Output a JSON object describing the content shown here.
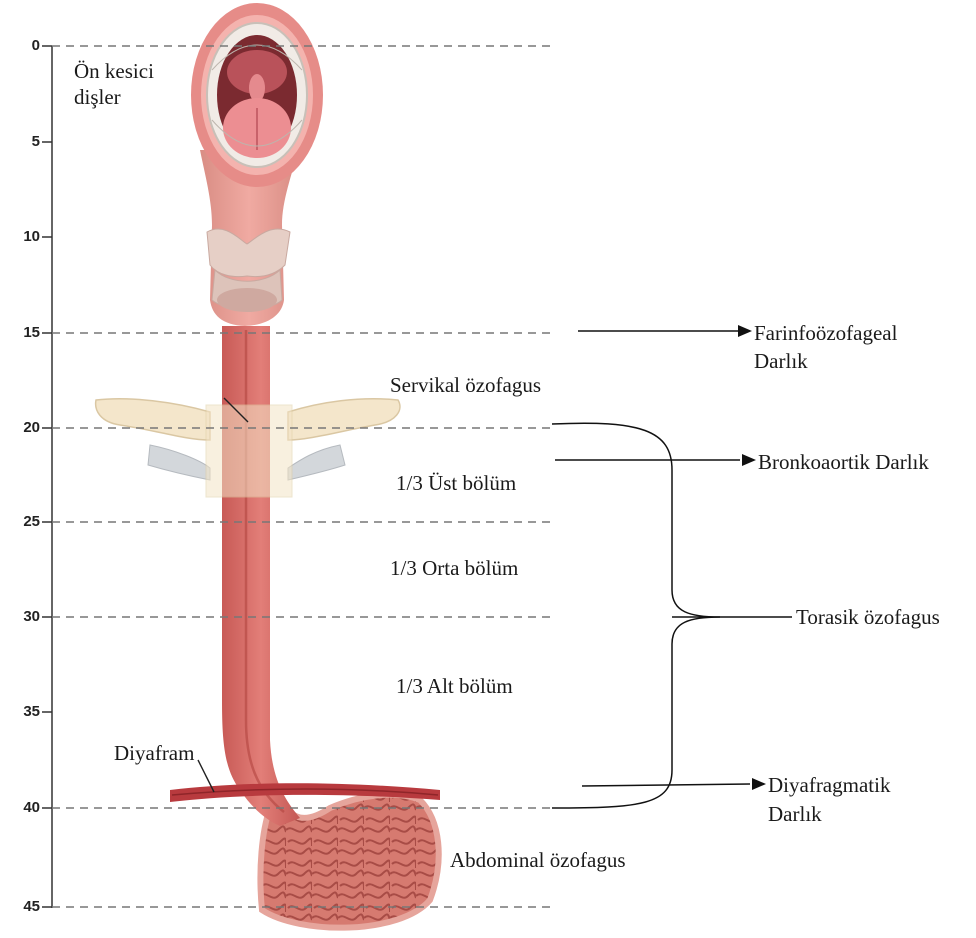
{
  "scale": {
    "ticks": [
      "0",
      "5",
      "10",
      "15",
      "20",
      "25",
      "30",
      "35",
      "40",
      "45"
    ]
  },
  "labels": {
    "on_kesici_line1": "Ön kesici",
    "on_kesici_line2": "dişler",
    "servikal": "Servikal özofagus",
    "ust_bolum": "1/3 Üst bölüm",
    "orta_bolum": "1/3 Orta bölüm",
    "alt_bolum": "1/3 Alt bölüm",
    "diyafram": "Diyafram",
    "abdominal": "Abdominal özofagus",
    "farinx_line1": "Farinfoözofageal",
    "farinx_line2": "Darlık",
    "bronko": "Bronkoaortik Darlık",
    "torasik": "Torasik özofagus",
    "diyafragmatik_line1": "Diyafragmatik",
    "diyafragmatik_line2": "Darlık"
  },
  "colors": {
    "esophagus": "#d9706a",
    "esophagus_dark": "#b9504c",
    "stomach": "#d87a72",
    "lips": "#e58a86",
    "bone": "#efe0c0",
    "cartilage": "#e3cbc4",
    "diaphragm": "#b83a3e"
  }
}
